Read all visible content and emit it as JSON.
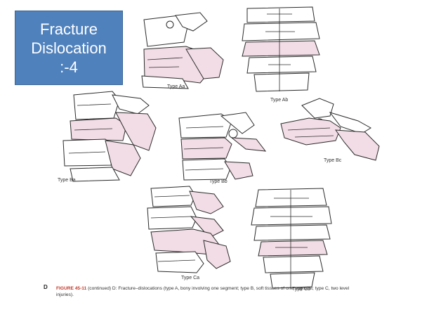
{
  "title": {
    "lines": [
      "Fracture",
      "Dislocation",
      ":-4"
    ]
  },
  "figure": {
    "letter": "D",
    "caption_number": "FIGURE 45-11",
    "caption_text": "(continued) D: Fracture–dislocations (type A, bony involving one segment; type B, soft tissues of one segment; type C, two level injuries).",
    "panels": {
      "aa": "Type Aa",
      "ab": "Type Ab",
      "ba": "Type Ba",
      "bb": "Type Bb",
      "bc": "Type Bc",
      "ca": "Type Ca",
      "cb": "Type Cb"
    }
  },
  "colors": {
    "title_bg": "#4f81bd",
    "bone_fill": "#f2dde6",
    "bone_stroke": "#2b2b2b"
  }
}
